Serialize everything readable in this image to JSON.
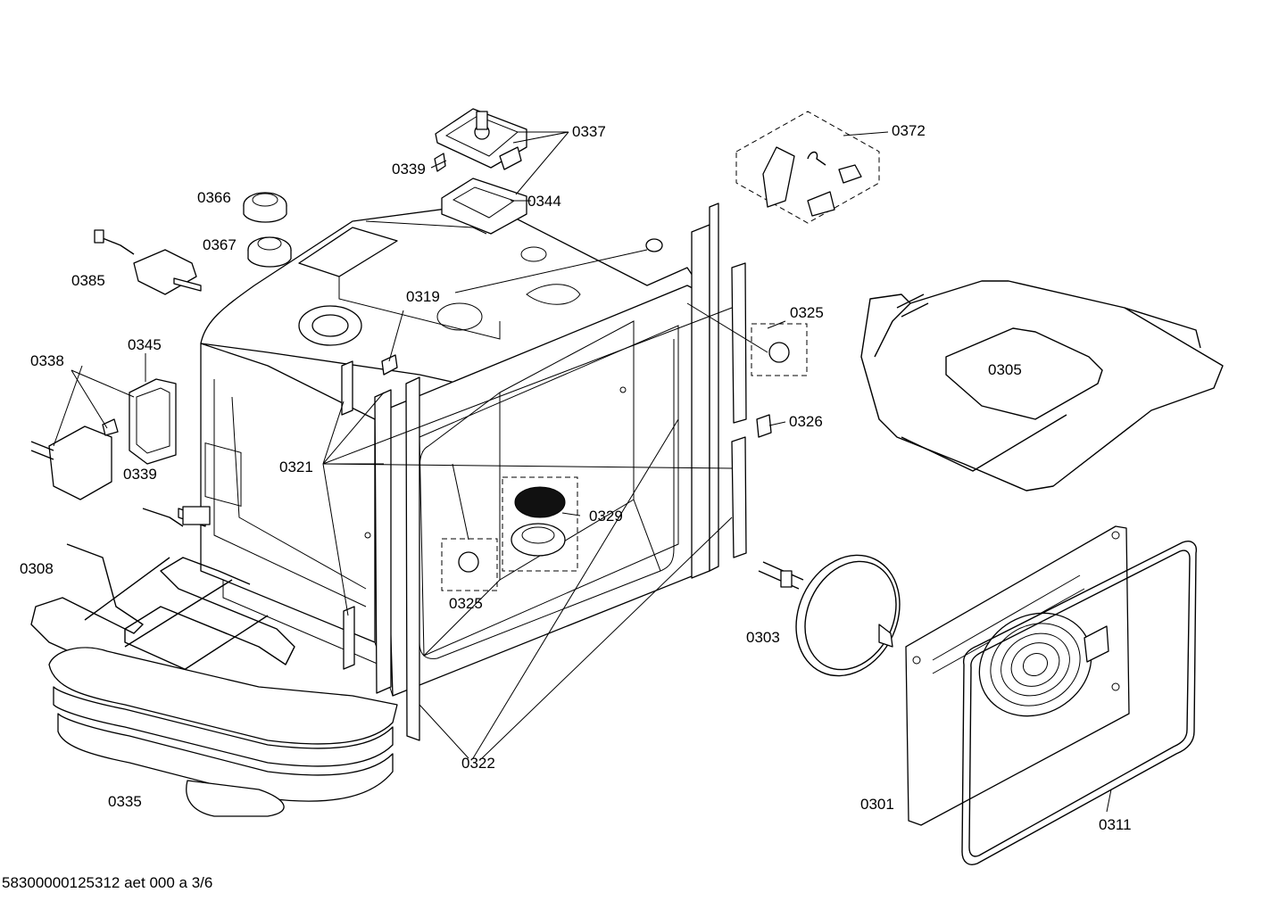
{
  "diagram": {
    "labels": {
      "p0337": "0337",
      "p0339a": "0339",
      "p0344": "0344",
      "p0366": "0366",
      "p0367": "0367",
      "p0385": "0385",
      "p0372": "0372",
      "p0319": "0319",
      "p0325a": "0325",
      "p0345": "0345",
      "p0338": "0338",
      "p0339b": "0339",
      "p0321": "0321",
      "p0326": "0326",
      "p0305": "0305",
      "p0329": "0329",
      "p0308": "0308",
      "p0325b": "0325",
      "p0303": "0303",
      "p0322": "0322",
      "p0335": "0335",
      "p0301": "0301",
      "p0311": "0311"
    },
    "footer": "58300000125312 aet 000 a 3/6"
  }
}
